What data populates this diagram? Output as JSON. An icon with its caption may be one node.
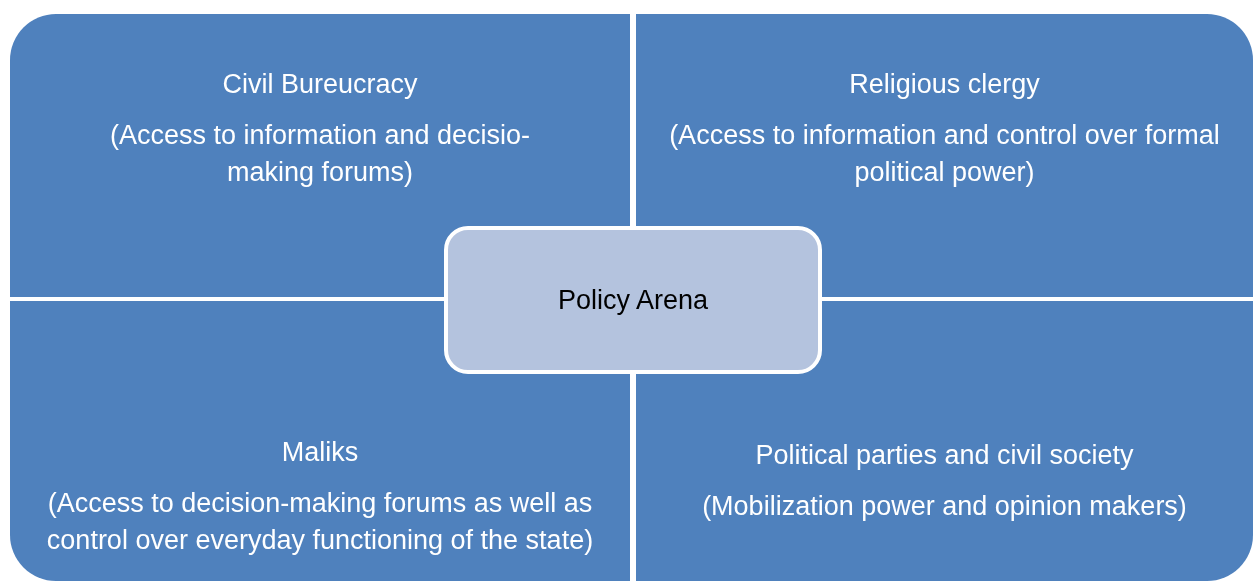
{
  "diagram": {
    "nodes": [
      {
        "text": [
          "Civil Bureucracy",
          "(Access to information and decisio- making forums)"
        ]
      },
      {
        "text": [
          "Religious clergy",
          "(Access to information and control over formal political power)"
        ]
      },
      {
        "text": [
          "Policy Arena"
        ]
      },
      {
        "text": [
          "Maliks",
          "(Access to decision-making forums as well as control over everyday functioning of the state)"
        ]
      },
      {
        "text": [
          "Political parties and civil society",
          "(Mobilization power and opinion makers)"
        ]
      }
    ],
    "edges": []
  }
}
